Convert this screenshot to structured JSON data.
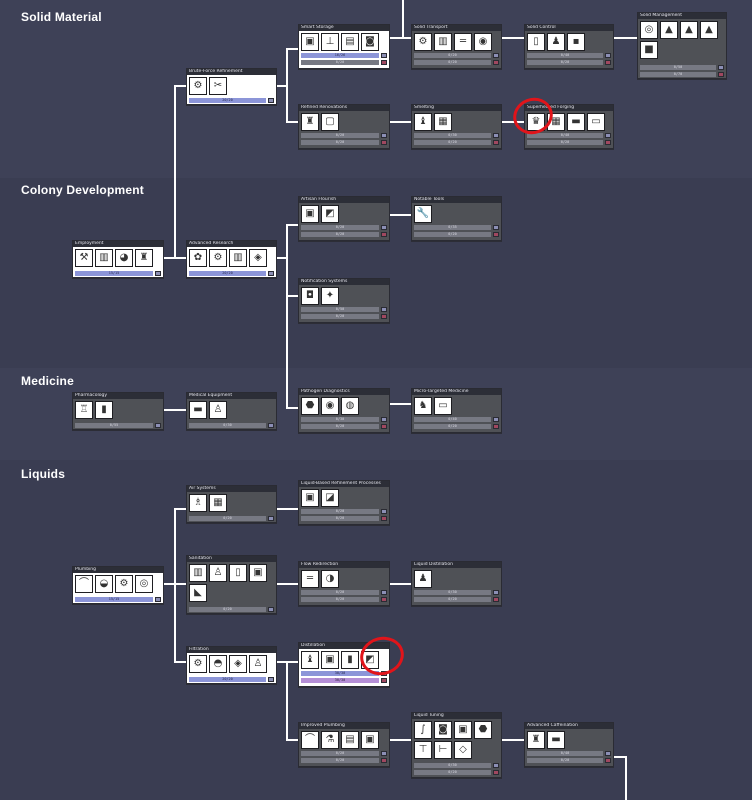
{
  "sections": {
    "solid": "Solid Material",
    "colony": "Colony Development",
    "medicine": "Medicine",
    "liquids": "Liquids"
  },
  "cards": {
    "brute_force": {
      "title": "Brute-Force Refinement",
      "progress": "20/20"
    },
    "smart_storage": {
      "title": "Smart Storage",
      "p1": "16/26",
      "p2": "0/20"
    },
    "solid_transport": {
      "title": "Solid Transport",
      "p1": "0/20",
      "p2": "0/20"
    },
    "solid_control": {
      "title": "Solid Control",
      "p1": "0/40",
      "p2": "0/20"
    },
    "solid_management": {
      "title": "Solid Management",
      "p1": "0/50",
      "p2": "0/70"
    },
    "refined_renovations": {
      "title": "Refined Renovations",
      "p1": "0/20",
      "p2": "0/20"
    },
    "smelting": {
      "title": "Smelting",
      "p1": "0/30",
      "p2": "0/20"
    },
    "superheated_forging": {
      "title": "Superheated Forging",
      "p1": "0/40",
      "p2": "0/20"
    },
    "employment": {
      "title": "Employment",
      "progress": "15/15"
    },
    "advanced_research": {
      "title": "Advanced Research",
      "progress": "20/20"
    },
    "artisan_flourish": {
      "title": "Artisan Flourish",
      "p1": "0/20",
      "p2": "0/20"
    },
    "notable_tools": {
      "title": "Notable Tools",
      "p1": "0/35",
      "p2": "0/20"
    },
    "notification_systems": {
      "title": "Notification Systems",
      "p1": "0/50",
      "p2": "0/20"
    },
    "pharmacology": {
      "title": "Pharmacology",
      "progress": "0/55"
    },
    "medical_equipment": {
      "title": "Medical Equipment",
      "progress": "0/30"
    },
    "pathogen_diagnostics": {
      "title": "Pathogen Diagnostics",
      "p1": "0/30",
      "p2": "0/20"
    },
    "micro_targeted": {
      "title": "Micro-Targeted Medicine",
      "p1": "0/40",
      "p2": "0/20"
    },
    "air_systems": {
      "title": "Air Systems",
      "progress": "0/20"
    },
    "liquid_refinement": {
      "title": "Liquid-Based Refinement Processes",
      "p1": "0/20",
      "p2": "0/20"
    },
    "plumbing": {
      "title": "Plumbing",
      "progress": "15/15"
    },
    "sanitation": {
      "title": "Sanitation",
      "progress": "0/20"
    },
    "flow_redirection": {
      "title": "Flow Redirection",
      "p1": "0/20",
      "p2": "0/20"
    },
    "liquid_distillation": {
      "title": "Liquid Distillation",
      "p1": "0/30",
      "p2": "0/20"
    },
    "filtration": {
      "title": "Filtration",
      "progress": "20/20"
    },
    "distillation": {
      "title": "Distillation",
      "p1": "30/30",
      "p2": "30/30"
    },
    "improved_plumbing": {
      "title": "Improved Plumbing",
      "p1": "0/20",
      "p2": "0/20"
    },
    "liquid_tuning": {
      "title": "Liquid Tuning",
      "p1": "0/30",
      "p2": "0/20"
    },
    "advanced_caffeination": {
      "title": "Advanced Caffeination",
      "p1": "0/40",
      "p2": "0/20"
    }
  },
  "annotation_color": "#e1141a"
}
